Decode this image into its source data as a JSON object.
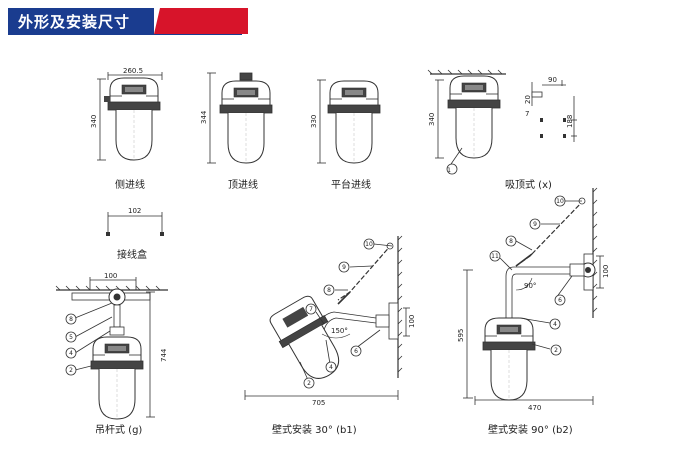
{
  "header": {
    "title": "外形及安装尺寸"
  },
  "views": {
    "side_entry": {
      "caption": "侧进线",
      "width": "260.5",
      "height": "340"
    },
    "top_entry": {
      "caption": "顶进线",
      "height": "344"
    },
    "platform_entry": {
      "caption": "平台进线",
      "height": "330"
    },
    "ceiling": {
      "caption": "吸顶式 (x)",
      "height": "340",
      "callout": "1",
      "dims": [
        "90",
        "20",
        "7",
        "188"
      ]
    },
    "junction_box": {
      "caption": "接线盒",
      "width": "102"
    },
    "pendant": {
      "caption": "吊杆式 (g)",
      "width": "100",
      "height": "744",
      "callouts": [
        "8",
        "5",
        "4",
        "2"
      ]
    },
    "wall30": {
      "caption": "壁式安装 30° (b1)",
      "length": "705",
      "angle": "150°",
      "plate": "100",
      "callouts": [
        "10",
        "9",
        "8",
        "7",
        "4",
        "2",
        "6"
      ]
    },
    "wall90": {
      "caption": "壁式安装 90° (b2)",
      "length": "470",
      "height": "595",
      "angle": "90°",
      "plate": "100",
      "callouts": [
        "10",
        "9",
        "8",
        "11",
        "6",
        "4",
        "2"
      ]
    }
  },
  "colors": {
    "header_blue": "#1a3c8f",
    "header_red": "#d7142a",
    "line": "#333333"
  }
}
